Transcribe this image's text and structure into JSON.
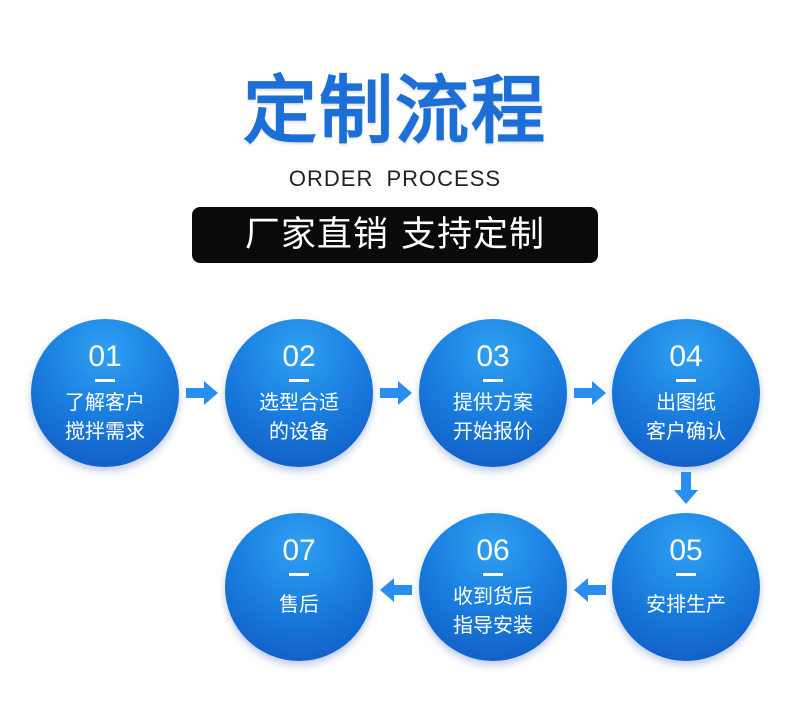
{
  "title": "定制流程",
  "subtitle": "ORDER PROCESS",
  "banner": "厂家直销 支持定制",
  "colors": {
    "title": "#1b6fd6",
    "circle": "#1a7fe0",
    "arrow": "#2a8ef0",
    "banner": "#0a0a0a"
  },
  "steps": [
    {
      "num": "01",
      "line1": "了解客户",
      "line2": "搅拌需求"
    },
    {
      "num": "02",
      "line1": "选型合适",
      "line2": "的设备"
    },
    {
      "num": "03",
      "line1": "提供方案",
      "line2": "开始报价"
    },
    {
      "num": "04",
      "line1": "出图纸",
      "line2": "客户确认"
    },
    {
      "num": "05",
      "line1": "安排生产",
      "line2": ""
    },
    {
      "num": "06",
      "line1": "收到货后",
      "line2": "指导安装"
    },
    {
      "num": "07",
      "line1": "售后",
      "line2": ""
    }
  ]
}
